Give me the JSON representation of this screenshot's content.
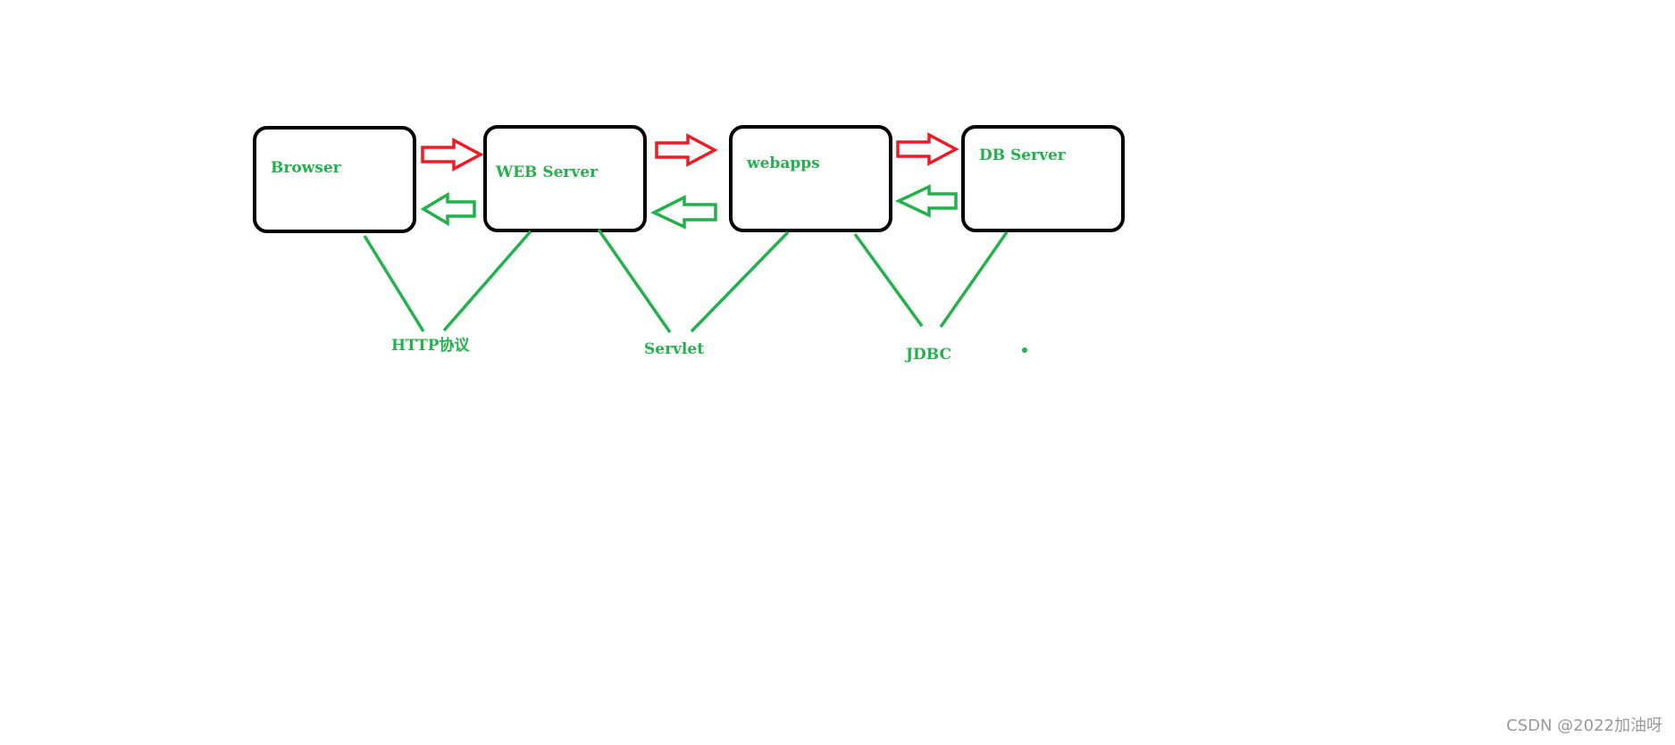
{
  "nodes": [
    {
      "id": "browser",
      "label": "Browser"
    },
    {
      "id": "web-server",
      "label": "WEB Server"
    },
    {
      "id": "webapps",
      "label": "webapps"
    },
    {
      "id": "db-server",
      "label": "DB Server"
    }
  ],
  "connections": [
    {
      "id": "http",
      "label": "HTTP协议",
      "between": [
        "browser",
        "web-server"
      ]
    },
    {
      "id": "servlet",
      "label": "Servlet",
      "between": [
        "web-server",
        "webapps"
      ]
    },
    {
      "id": "jdbc",
      "label": "JDBC",
      "between": [
        "webapps",
        "db-server"
      ]
    }
  ],
  "arrows": {
    "request": {
      "direction": "right",
      "color": "#ed1c24"
    },
    "response": {
      "direction": "left",
      "color": "#22b14c"
    }
  },
  "colors": {
    "box_border": "#000000",
    "label": "#22b14c",
    "connector": "#22b14c"
  },
  "watermark": "CSDN @2022加油呀"
}
